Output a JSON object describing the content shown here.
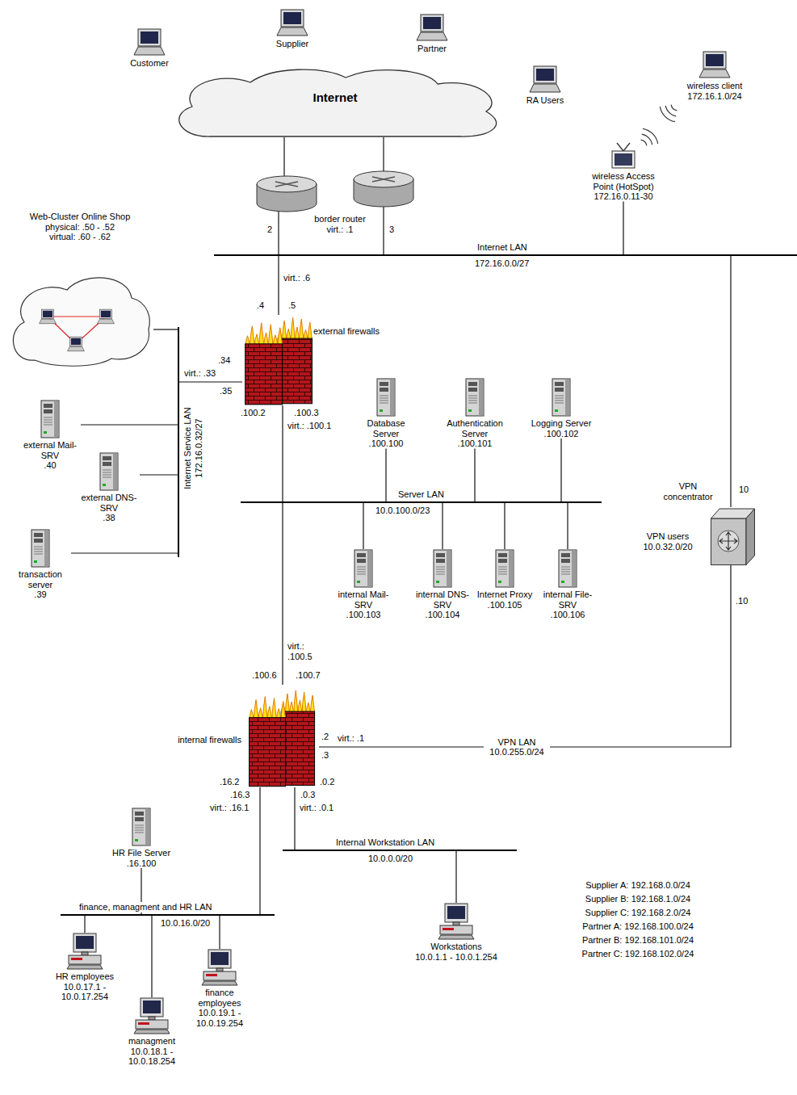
{
  "diagram": {
    "nodes": [
      {
        "text": [
          "Customer"
        ]
      },
      {
        "text": [
          "Supplier"
        ]
      },
      {
        "text": [
          "Partner"
        ]
      },
      {
        "text": [
          "RA Users"
        ]
      },
      {
        "text": [
          "Internet"
        ]
      },
      {
        "text": [
          "wireless client",
          "172.16.1.0/24"
        ]
      },
      {
        "text": [
          "wireless Access Point (HotSpot)",
          "172.16.0.11-30"
        ]
      },
      {
        "text": [
          "border router",
          "virt.: .1"
        ]
      },
      {
        "text": [
          "Internet LAN",
          "172.16.0.0/27"
        ]
      },
      {
        "text": [
          "Web-Cluster Online Shop",
          "physical: .50 - .52",
          "virtual: .60 - .62"
        ]
      },
      {
        "text": [
          "Internet Service LAN",
          "172.16.0.32/27"
        ]
      },
      {
        "text": [
          "external firewalls"
        ]
      },
      {
        "text": [
          "Database Server",
          ".100.100"
        ]
      },
      {
        "text": [
          "Authentication Server",
          ".100.101"
        ]
      },
      {
        "text": [
          "Logging Server",
          ".100.102"
        ]
      },
      {
        "text": [
          "Server LAN",
          "10.0.100.0/23"
        ]
      },
      {
        "text": [
          "internal Mail-SRV",
          ".100.103"
        ]
      },
      {
        "text": [
          "internal DNS-SRV",
          ".100.104"
        ]
      },
      {
        "text": [
          "Internet Proxy",
          ".100.105"
        ]
      },
      {
        "text": [
          "internal File-SRV",
          ".100.106"
        ]
      },
      {
        "text": [
          "external Mail-SRV",
          ".40"
        ]
      },
      {
        "text": [
          "external DNS-SRV",
          ".38"
        ]
      },
      {
        "text": [
          "transaction server",
          ".39"
        ]
      },
      {
        "text": [
          "VPN concentrator",
          "VPN users 10.0.32.0/20"
        ]
      },
      {
        "text": [
          "internal firewalls"
        ]
      },
      {
        "text": [
          "Internal Workstation LAN",
          "10.0.0.0/20"
        ]
      },
      {
        "text": [
          "Workstations",
          "10.0.1.1 - 10.0.1.254"
        ]
      },
      {
        "text": [
          "HR File Server",
          ".16.100"
        ]
      },
      {
        "text": [
          "finance, managment and HR LAN",
          "10.0.16.0/20"
        ]
      },
      {
        "text": [
          "HR employees",
          "10.0.17.1 - 10.0.17.254"
        ]
      },
      {
        "text": [
          "managment",
          "10.0.18.1 - 10.0.18.254"
        ]
      },
      {
        "text": [
          "finance employees",
          "10.0.19.1 - 10.0.19.254"
        ]
      }
    ],
    "edges": [
      {
        "from": 4,
        "to": 7,
        "arrow": "none"
      },
      {
        "from": 4,
        "to": 7,
        "arrow": "none"
      },
      {
        "from": 7,
        "to": 8,
        "arrow": "none"
      },
      {
        "from": 7,
        "to": 8,
        "arrow": "none"
      },
      {
        "from": 6,
        "to": 8,
        "arrow": "none"
      },
      {
        "from": 8,
        "to": 11,
        "arrow": "none"
      },
      {
        "from": 8,
        "to": 23,
        "arrow": "none"
      },
      {
        "from": 9,
        "to": 10,
        "arrow": "none"
      },
      {
        "from": 11,
        "to": 10,
        "arrow": "none"
      },
      {
        "from": 20,
        "to": 10,
        "arrow": "none"
      },
      {
        "from": 21,
        "to": 10,
        "arrow": "none"
      },
      {
        "from": 22,
        "to": 10,
        "arrow": "none"
      },
      {
        "from": 11,
        "to": 15,
        "arrow": "none"
      },
      {
        "from": 12,
        "to": 15,
        "arrow": "none"
      },
      {
        "from": 13,
        "to": 15,
        "arrow": "none"
      },
      {
        "from": 14,
        "to": 15,
        "arrow": "none"
      },
      {
        "from": 15,
        "to": 16,
        "arrow": "none"
      },
      {
        "from": 15,
        "to": 17,
        "arrow": "none"
      },
      {
        "from": 15,
        "to": 18,
        "arrow": "none"
      },
      {
        "from": 15,
        "to": 19,
        "arrow": "none"
      },
      {
        "from": 15,
        "to": 24,
        "arrow": "none"
      },
      {
        "from": 23,
        "to": 24,
        "label": "VPN LAN 10.0.255.0/24",
        "arrow": "none"
      },
      {
        "from": 24,
        "to": 25,
        "arrow": "none"
      },
      {
        "from": 24,
        "to": 28,
        "arrow": "none"
      },
      {
        "from": 25,
        "to": 26,
        "arrow": "none"
      },
      {
        "from": 27,
        "to": 28,
        "arrow": "none"
      },
      {
        "from": 28,
        "to": 29,
        "arrow": "none"
      },
      {
        "from": 28,
        "to": 30,
        "arrow": "none"
      },
      {
        "from": 28,
        "to": 31,
        "arrow": "none"
      }
    ],
    "labels": [
      "2",
      "3",
      "virt.: .6",
      ".4",
      ".5",
      ".34",
      "virt.: .33",
      ".35",
      ".100.2",
      ".100.3",
      "virt.: .100.1",
      "10",
      ".10",
      "virt.: .100.5",
      ".100.6",
      ".100.7",
      ".2",
      ".3",
      "virt.: .1",
      ".16.2",
      ".16.3",
      "virt.: .16.1",
      ".0.2",
      ".0.3",
      "virt.: .0.1",
      "Supplier A: 192.168.0.0/24",
      "Supplier B: 192.168.1.0/24",
      "Supplier C: 192.168.2.0/24",
      "Partner A: 192.168.100.0/24",
      "Partner B: 192.168.101.0/24",
      "Partner C: 192.168.102.0/24"
    ]
  }
}
